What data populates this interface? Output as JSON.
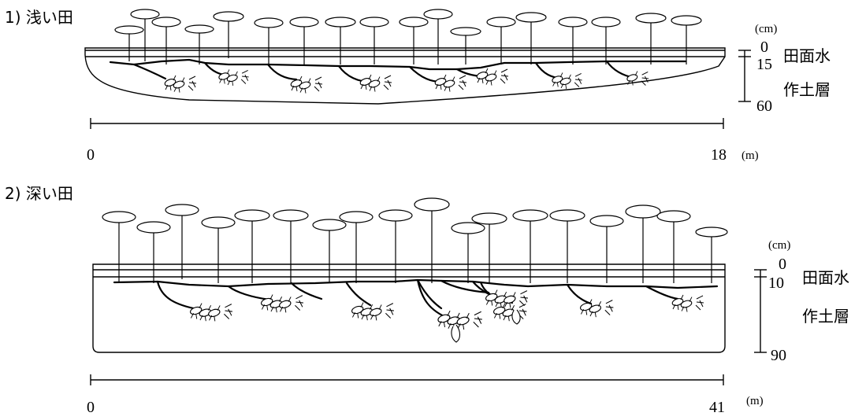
{
  "panels": [
    {
      "title": "1) 浅い田",
      "depth_unit": "(cm)",
      "depth_ticks": [
        "0",
        "15",
        "60"
      ],
      "water_label": "田面水",
      "soil_label": "作土層",
      "scale_start": "0",
      "scale_end": "18",
      "scale_unit": "(m)"
    },
    {
      "title": "2) 深い田",
      "depth_unit": "(cm)",
      "depth_ticks": [
        "0",
        "10",
        "90"
      ],
      "water_label": "田面水",
      "soil_label": "作土層",
      "scale_start": "0",
      "scale_end": "41",
      "scale_unit": "(m)"
    }
  ],
  "icons": {
    "leaf": "lotus-leaf-icon",
    "rhizome": "lotus-rhizome-icon"
  }
}
